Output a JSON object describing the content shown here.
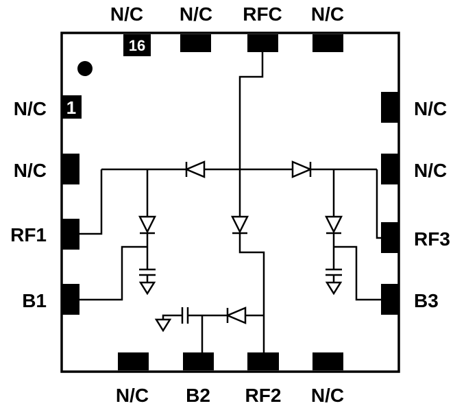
{
  "diagram": {
    "type": "ic-package-pinout-schematic",
    "pins": {
      "top": [
        "N/C",
        "N/C",
        "RFC",
        "N/C"
      ],
      "bottom": [
        "N/C",
        "B2",
        "RF2",
        "N/C"
      ],
      "left": [
        "N/C",
        "N/C",
        "RF1",
        "B1"
      ],
      "right": [
        "N/C",
        "N/C",
        "RF3",
        "B3"
      ]
    },
    "pad_numbers": {
      "pin1": "1",
      "pin16": "16"
    },
    "symbols": [
      "orientation-dot",
      "diode-series-left",
      "diode-series-right",
      "diode-series-center",
      "diode-shunt-b2",
      "diode-branch-left",
      "diode-branch-right",
      "capacitor-left",
      "capacitor-right",
      "capacitor-b2",
      "ground-left",
      "ground-right",
      "ground-b2"
    ],
    "colors": {
      "ink": "#000000",
      "pad_fill": "#000000",
      "background": "#ffffff"
    }
  }
}
